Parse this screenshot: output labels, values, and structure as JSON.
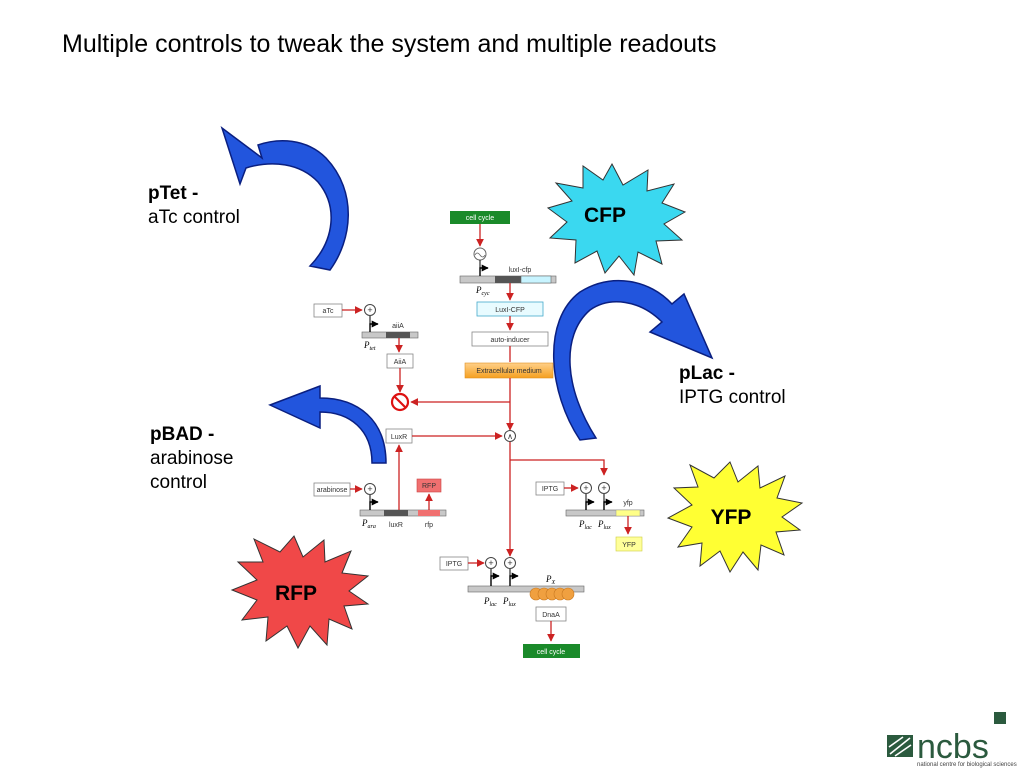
{
  "title": "Multiple controls to tweak the system and multiple readouts",
  "labels": {
    "ptet": {
      "heading": "pTet -",
      "desc": "aTc control"
    },
    "pbad": {
      "heading": "pBAD -",
      "desc1": "arabinose",
      "desc2": "control"
    },
    "plac": {
      "heading": "pLac -",
      "desc": "IPTG control"
    }
  },
  "bursts": {
    "cfp": {
      "text": "CFP",
      "color": "#3ad8f0"
    },
    "yfp": {
      "text": "YFP",
      "color": "#ffff33"
    },
    "rfp": {
      "text": "RFP",
      "color": "#f04848"
    }
  },
  "arrows": {
    "color": "#2255dd"
  },
  "circuit": {
    "cell_cycle_top": "cell cycle",
    "cell_cycle_bottom": "cell cycle",
    "luxi_cfp_gene": "luxI-cfp",
    "p_cyc": "P",
    "p_cyc_sub": "cyc",
    "luxi_cfp_protein": "LuxI-CFP",
    "auto_inducer": "auto-inducer",
    "extracellular": "Extracellular medium",
    "atc": "aTc",
    "aiia_gene": "aiiA",
    "p_tet": "P",
    "p_tet_sub": "tet",
    "aiia_protein": "AiiA",
    "luxr_protein": "LuxR",
    "rfp_protein": "RFP",
    "arabinose": "arabinose",
    "p_ara": "P",
    "p_ara_sub": "ara",
    "luxr_gene": "luxR",
    "rfp_gene": "rfp",
    "iptg_right": "IPTG",
    "yfp_gene": "yfp",
    "p_lac_right": "P",
    "p_lac_right_sub": "lac",
    "p_lux_right": "P",
    "p_lux_right_sub": "lux",
    "yfp_protein": "YFP",
    "iptg_bottom": "IPTG",
    "p_x": "P",
    "p_x_sub": "X",
    "p_lac_bottom": "P",
    "p_lac_bottom_sub": "lac",
    "p_lux_bottom": "P",
    "p_lux_bottom_sub": "lux",
    "dnaa": "DnaA",
    "plus": "+",
    "and_gate": "∧"
  },
  "logo": {
    "name": "ncbs",
    "subtitle": "national centre for biological sciences",
    "color": "#2b5a3e"
  }
}
